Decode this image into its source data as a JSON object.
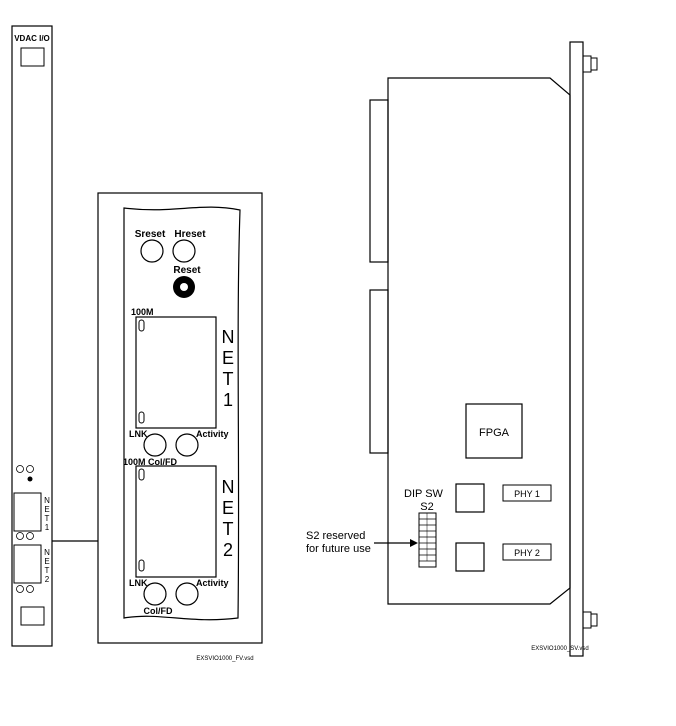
{
  "strip": {
    "title": "VDAC I/O",
    "net1_letters": [
      "N",
      "E",
      "T",
      "1"
    ],
    "net2_letters": [
      "N",
      "E",
      "T",
      "2"
    ]
  },
  "front_view": {
    "sreset": "Sreset",
    "hreset": "Hreset",
    "reset": "Reset",
    "net1_speed": "100M",
    "net1_letters": [
      "N",
      "E",
      "T",
      "1"
    ],
    "net1_lnk": "LNK",
    "net1_activity": "Activity",
    "net2_speed_col": "100M Col/FD",
    "net2_letters": [
      "N",
      "E",
      "T",
      "2"
    ],
    "net2_lnk": "LNK",
    "net2_activity": "Activity",
    "net2_colfd": "Col/FD",
    "filename": "EXSVIO1000_FV.vsd"
  },
  "side_view": {
    "fpga": "FPGA",
    "dip_sw": "DIP SW",
    "s2": "S2",
    "phy1": "PHY 1",
    "phy2": "PHY 2",
    "note_line1": "S2 reserved",
    "note_line2": "for future use",
    "filename": "EXSVIO1000_SV.vsd"
  }
}
